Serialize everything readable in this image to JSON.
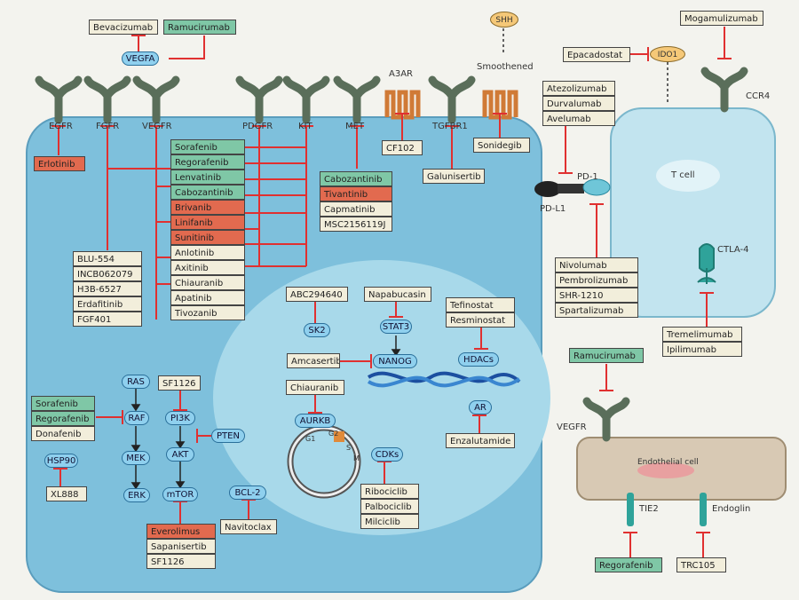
{
  "receptors": {
    "egfr": "EGFR",
    "fgfr": "FGFR",
    "vegfr": "VEGFR",
    "pdgfr": "PDGFR",
    "kit": "KIT",
    "met": "MET",
    "a3ar": "A3AR",
    "tgfbr1": "TGFBR1",
    "smoothened": "Smoothened",
    "ccr4": "CCR4",
    "pd1": "PD-1",
    "pdl1": "PD-L1",
    "ctla4": "CTLA-4",
    "vegfr_endo": "VEGFR",
    "tie2": "TIE2",
    "endoglin": "Endoglin"
  },
  "ligands": {
    "vegfa": "VEGFA",
    "shh": "SHH",
    "ido1": "IDO1"
  },
  "cells": {
    "tcell": "T cell",
    "endothelial": "Endothelial cell"
  },
  "top_boxes": {
    "bevacizumab": "Bevacizumab",
    "ramucirumab": "Ramucirumab",
    "mogamulizumab": "Mogamulizumab",
    "epacadostat": "Epacadostat",
    "erlotinib": "Erlotinib",
    "cf102": "CF102",
    "galunisertib": "Galunisertib",
    "sonidegib": "Sonidegib"
  },
  "tki_list": [
    {
      "label": "Sorafenib",
      "c": "g"
    },
    {
      "label": "Regorafenib",
      "c": "g"
    },
    {
      "label": "Lenvatinib",
      "c": "g"
    },
    {
      "label": "Cabozantinib",
      "c": "g"
    },
    {
      "label": "Brivanib",
      "c": "r"
    },
    {
      "label": "Linifanib",
      "c": "r"
    },
    {
      "label": "Sunitinib",
      "c": "r"
    },
    {
      "label": "Anlotinib",
      "c": "n"
    },
    {
      "label": "Axitinib",
      "c": "n"
    },
    {
      "label": "Chiauranib",
      "c": "n"
    },
    {
      "label": "Apatinib",
      "c": "n"
    },
    {
      "label": "Tivozanib",
      "c": "n"
    }
  ],
  "fgfr_list": [
    {
      "label": "BLU-554",
      "c": "n"
    },
    {
      "label": "INCB062079",
      "c": "n"
    },
    {
      "label": "H3B-6527",
      "c": "n"
    },
    {
      "label": "Erdafitinib",
      "c": "n"
    },
    {
      "label": "FGF401",
      "c": "n"
    }
  ],
  "met_list": [
    {
      "label": "Cabozantinib",
      "c": "g"
    },
    {
      "label": "Tivantinib",
      "c": "r"
    },
    {
      "label": "Capmatinib",
      "c": "n"
    },
    {
      "label": "MSC2156119J",
      "c": "n"
    }
  ],
  "pdl1_list": [
    {
      "label": "Atezolizumab",
      "c": "n"
    },
    {
      "label": "Durvalumab",
      "c": "n"
    },
    {
      "label": "Avelumab",
      "c": "n"
    }
  ],
  "pd1_list": [
    {
      "label": "Nivolumab",
      "c": "n"
    },
    {
      "label": "Pembrolizumab",
      "c": "n"
    },
    {
      "label": "SHR-1210",
      "c": "n"
    },
    {
      "label": "Spartalizumab",
      "c": "n"
    }
  ],
  "ctla4_list": [
    {
      "label": "Tremelimumab",
      "c": "n"
    },
    {
      "label": "Ipilimumab",
      "c": "n"
    }
  ],
  "raf_list": [
    {
      "label": "Sorafenib",
      "c": "g"
    },
    {
      "label": "Regorafenib",
      "c": "g"
    },
    {
      "label": "Donafenib",
      "c": "n"
    }
  ],
  "mtor_list": [
    {
      "label": "Everolimus",
      "c": "r"
    },
    {
      "label": "Sapanisertib",
      "c": "n"
    },
    {
      "label": "SF1126",
      "c": "n"
    }
  ],
  "cdk_list": [
    {
      "label": "Ribociclib",
      "c": "n"
    },
    {
      "label": "Palbociclib",
      "c": "n"
    },
    {
      "label": "Milciclib",
      "c": "n"
    }
  ],
  "hdac_list": [
    {
      "label": "Tefinostat",
      "c": "n"
    },
    {
      "label": "Resminostat",
      "c": "n"
    }
  ],
  "inner_boxes": {
    "abc294640": "ABC294640",
    "napabucasin": "Napabucasin",
    "amcasertib": "Amcasertib",
    "chiauranib": "Chiauranib",
    "enzalutamide": "Enzalutamide",
    "sf1126": "SF1126",
    "xl888": "XL888",
    "navitoclax": "Navitoclax",
    "ramucirumab_endo": "Ramucirumab",
    "regorafenib_endo": "Regorafenib",
    "trc105": "TRC105"
  },
  "nodes": {
    "sk2": "SK2",
    "stat3": "STAT3",
    "nanog": "NANOG",
    "hdacs": "HDACs",
    "ar": "AR",
    "aurkb": "AURKB",
    "cdks": "CDKs",
    "ras": "RAS",
    "raf": "RAF",
    "mek": "MEK",
    "erk": "ERK",
    "pi3k": "PI3K",
    "akt": "AKT",
    "mtor": "mTOR",
    "pten": "PTEN",
    "hsp90": "HSP90",
    "bcl2": "BCL-2"
  },
  "cell_cycle": {
    "g1": "G1",
    "s": "S",
    "g2": "G2",
    "m": "M"
  },
  "colors": {
    "approved": "#7fc7a6",
    "failed": "#e26a4f",
    "investigational": "#f2eedb",
    "inhibition": "#e03030"
  }
}
